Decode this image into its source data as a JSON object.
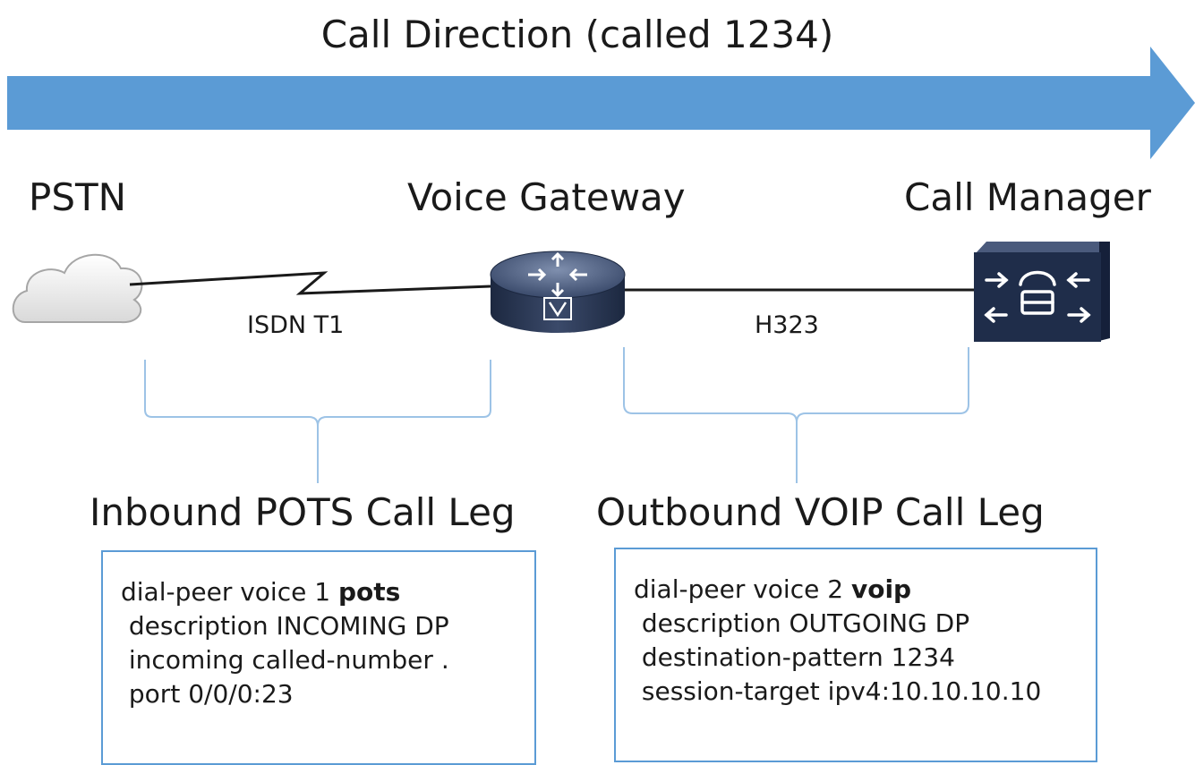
{
  "title": "Call Direction (called 1234)",
  "nodes": {
    "pstn": "PSTN",
    "gateway": "Voice Gateway",
    "callmanager": "Call Manager"
  },
  "links": {
    "isdn": "ISDN T1",
    "h323": "H323"
  },
  "legs": {
    "inbound": {
      "label": "Inbound POTS Call Leg",
      "config": [
        {
          "text": "dial-peer voice 1 ",
          "bold": "pots"
        },
        {
          "text": " description INCOMING DP"
        },
        {
          "text": " incoming called-number ."
        },
        {
          "text": " port 0/0/0:23"
        }
      ]
    },
    "outbound": {
      "label": "Outbound VOIP Call Leg",
      "config": [
        {
          "text": "dial-peer voice 2 ",
          "bold": "voip"
        },
        {
          "text": " description OUTGOING DP"
        },
        {
          "text": " destination-pattern 1234"
        },
        {
          "text": " session-target ipv4:10.10.10.10"
        }
      ]
    }
  },
  "colors": {
    "arrow": "#5b9bd5",
    "bracket": "#9dc3e6",
    "box_border": "#5b9bd5",
    "device_dark": "#1f2d4a",
    "device_light": "#3a4a6b"
  },
  "icons": {
    "pstn": "cloud-icon",
    "gateway": "voice-gateway-router-icon",
    "callmanager": "call-manager-icon"
  }
}
